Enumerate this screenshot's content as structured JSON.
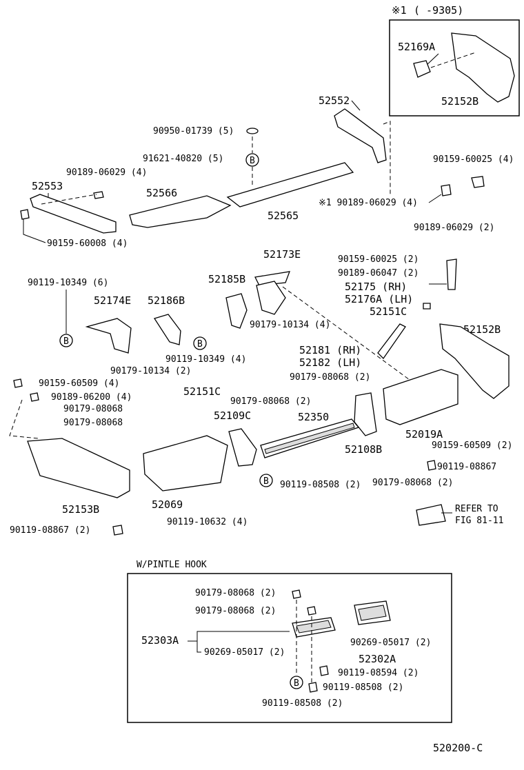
{
  "diagram_id": "520200-C",
  "ref_marker": "B",
  "inset": {
    "header_symbol": "※1",
    "header_range": "(        -9305)",
    "part_bracket": "52169A",
    "part_end": "52152B"
  },
  "labels": {
    "p52552": "52552",
    "p90950": "90950-01739 (5)",
    "p91621": "91621-40820 (5)",
    "p90189_06029_4": "90189-06029 (4)",
    "p52553": "52553",
    "p52566": "52566",
    "p52565": "52565",
    "p90159_60008": "90159-60008 (4)",
    "p90159_60025_4": "90159-60025 (4)",
    "p_x1_90189": "※1 90189-06029 (4)",
    "p90189_06029_2": "90189-06029 (2)",
    "p90159_60025_2": "90159-60025 (2)",
    "p90189_06047": "90189-06047 (2)",
    "p52175": "52175   (RH)",
    "p52176A": "52176A (LH)",
    "p52151C_r": "52151C",
    "p52152B_r": "52152B",
    "p52173E": "52173E",
    "p52185B": "52185B",
    "p90179_10134_4": "90179-10134 (4)",
    "p90119_10349_6": "90119-10349 (6)",
    "p52174E": "52174E",
    "p52186B": "52186B",
    "p90119_10349_4": "90119-10349 (4)",
    "p90179_10134_2": "90179-10134 (2)",
    "p52181": "52181 (RH)",
    "p52182": "52182 (LH)",
    "p90179_08068_2a": "90179-08068 (2)",
    "p90159_60509_4": "90159-60509 (4)",
    "p90189_06200": "90189-06200 (4)",
    "p90179_08068_a": "90179-08068",
    "p90179_08068_b": "90179-08068",
    "p52151C_c": "52151C",
    "p90179_08068_2b": "90179-08068 (2)",
    "p52109C": "52109C",
    "p52350": "52350",
    "p52019A": "52019A",
    "p52108B": "52108B",
    "p90159_60509_2": "90159-60509 (2)",
    "p90119_08867_r": "90119-08867",
    "p90119_08508_2a": "90119-08508 (2)",
    "p90179_08068_2c": "90179-08068 (2)",
    "p52069": "52069",
    "p52153B": "52153B",
    "p90119_10632": "90119-10632 (4)",
    "p90119_08867_2": "90119-08867 (2)",
    "refer1": "REFER TO",
    "refer2": "FIG 81-11"
  },
  "pintle": {
    "title": "W/PINTLE HOOK",
    "p90179_08068_2a": "90179-08068 (2)",
    "p90179_08068_2b": "90179-08068 (2)",
    "p52303A": "52303A",
    "p90269_05017_2a": "90269-05017 (2)",
    "p90269_05017_2b": "90269-05017 (2)",
    "p52302A": "52302A",
    "p90119_08594": "90119-08594 (2)",
    "p90119_08508_2a": "90119-08508 (2)",
    "p90119_08508_2b": "90119-08508 (2)"
  }
}
